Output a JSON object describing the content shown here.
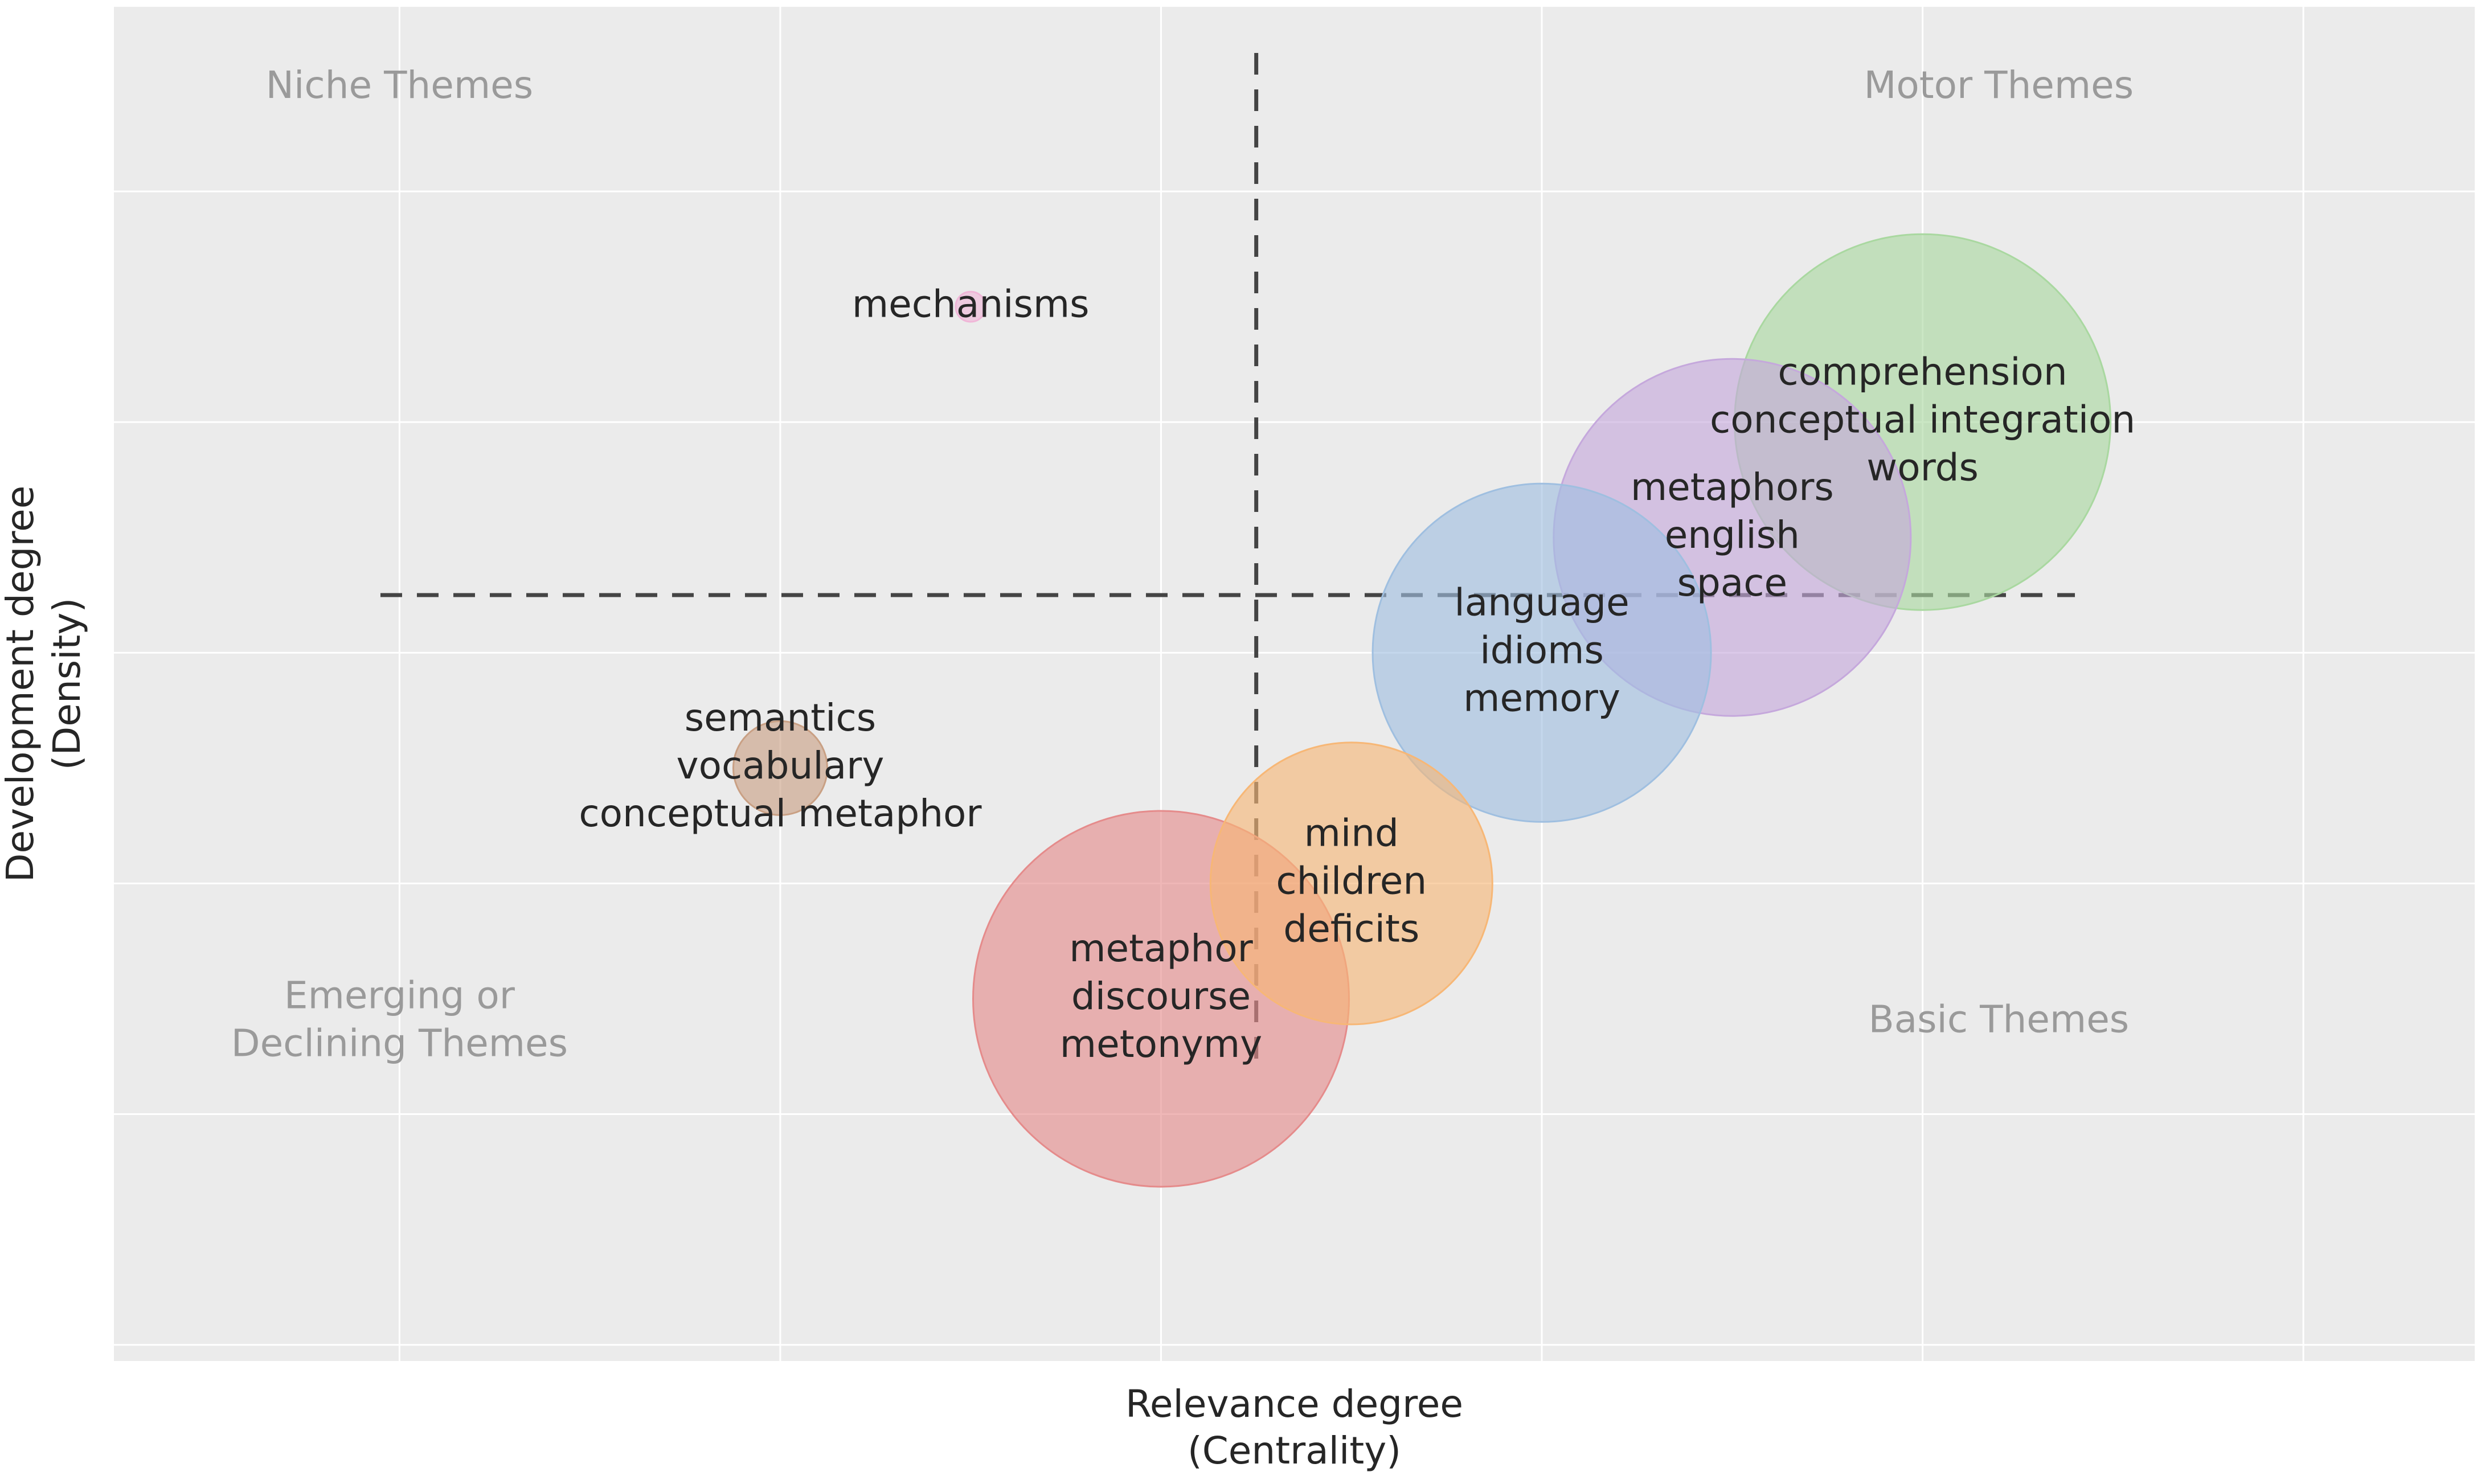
{
  "chart_data": {
    "type": "scatter",
    "subtype": "bubble",
    "title": "",
    "xlabel": [
      "Relevance degree",
      "(Centrality)"
    ],
    "ylabel": [
      "Development degree",
      "(Density)"
    ],
    "xlim": [
      -2.75,
      3.45
    ],
    "ylim": [
      -3.07,
      2.8
    ],
    "grid": true,
    "x_tick_labels_shown": false,
    "y_tick_labels_shown": false,
    "reference_lines": {
      "x": 0.25,
      "y": 0.25,
      "style": "dashed"
    },
    "quadrant_labels": {
      "top_left": [
        "Niche Themes"
      ],
      "top_right": [
        "Motor Themes"
      ],
      "bottom_left": [
        "Emerging or",
        "Declining Themes"
      ],
      "bottom_right": [
        "Basic Themes"
      ]
    },
    "series": [
      {
        "labels": [
          "metaphor",
          "discourse",
          "metonymy"
        ],
        "x": 0.0,
        "y": -1.5,
        "size": 1.0,
        "color": "#e58b8b"
      },
      {
        "labels": [
          "mind",
          "children",
          "deficits"
        ],
        "x": 0.5,
        "y": -1.0,
        "size": 0.75,
        "color": "#f7b776"
      },
      {
        "labels": [
          "language",
          "idioms",
          "memory"
        ],
        "x": 1.0,
        "y": 0.0,
        "size": 0.9,
        "color": "#9fbfe0"
      },
      {
        "labels": [
          "metaphors",
          "english",
          "space"
        ],
        "x": 1.5,
        "y": 0.5,
        "size": 0.95,
        "color": "#c5a8dc"
      },
      {
        "labels": [
          "comprehension",
          "conceptual integration",
          "words"
        ],
        "x": 2.0,
        "y": 1.0,
        "size": 1.0,
        "color": "#a9d8a0"
      },
      {
        "labels": [
          "semantics",
          "vocabulary",
          "conceptual metaphor"
        ],
        "x": -1.0,
        "y": -0.5,
        "size": 0.25,
        "color": "#c9a084"
      },
      {
        "labels": [
          "mechanisms"
        ],
        "x": -0.5,
        "y": 1.5,
        "size": 0.08,
        "color": "#f0b6d8"
      }
    ],
    "colors": {
      "plot_background": "#ebebeb",
      "grid": "#ffffff",
      "reference_line": "#444444",
      "quadrant_label": "#9a9a9a",
      "text": "#262626"
    }
  }
}
